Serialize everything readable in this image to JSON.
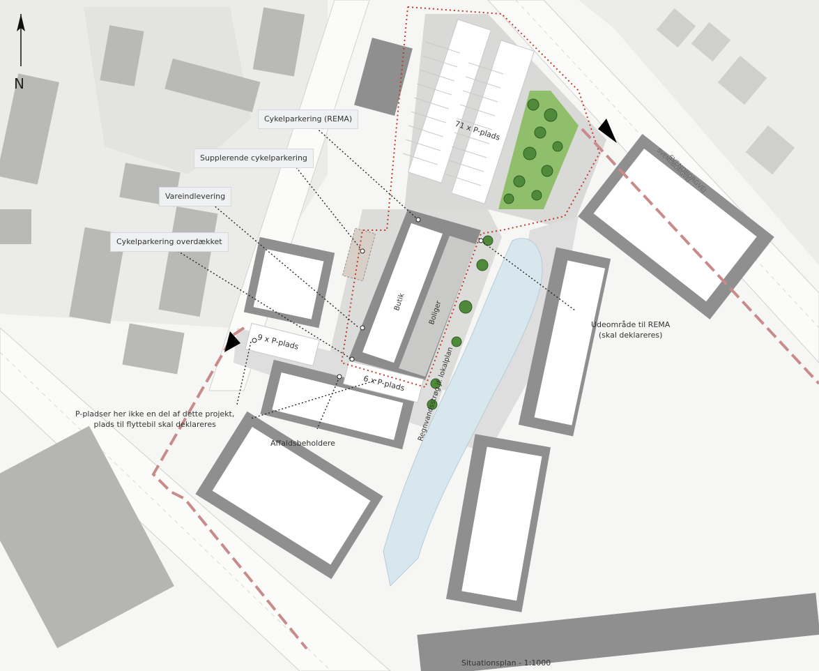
{
  "map": {
    "north_label": "N",
    "scale_title": "Situationsplan - 1:1000"
  },
  "callouts": {
    "bike_rema": "Cykelparkering (REMA)",
    "bike_extra": "Supplerende cykelparkering",
    "delivery": "Vareindlevering",
    "bike_covered": "Cykelparkering overdækket"
  },
  "notes": {
    "outdoor_line1": "Udeområde til REMA",
    "outdoor_line2": "(skal deklareres)",
    "parking_line1": "P-pladser her ikke en del af dette projekt,",
    "parking_line2": "plads til flyttebil skal deklareres",
    "waste": "Affaldsbeholdere"
  },
  "plan_labels": {
    "parking_71": "71 x P-plads",
    "parking_9": "9 x P-plads",
    "parking_6": "6 x P-plads",
    "shop": "Butik",
    "housing": "Boliger",
    "stream": "Regnvandsstrøg jf. lokalplan",
    "road_upper": "SVENDBORGVEJ",
    "road_lower": "SVENDBORGVEJ"
  }
}
